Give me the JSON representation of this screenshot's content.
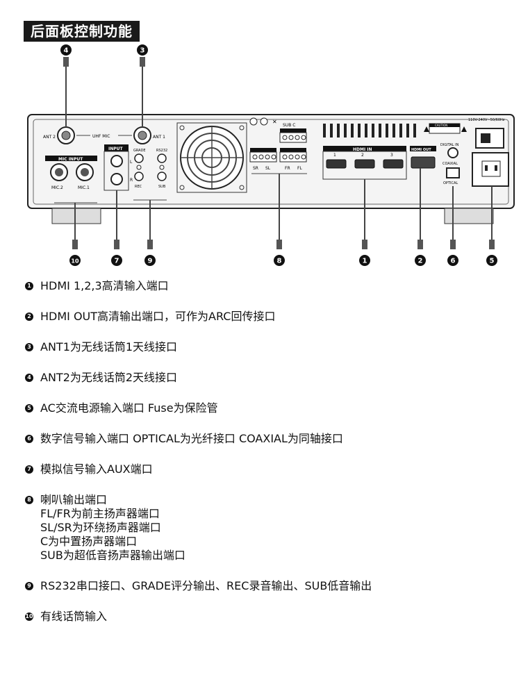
{
  "section_title": "后面板控制功能",
  "panel": {
    "labels": {
      "ant2": "ANT 2",
      "uhf_mic": "UHF MIC",
      "ant1": "ANT 1",
      "mic_input": "MIC INPUT",
      "mic2": "MIC.2",
      "mic1": "MIC.1",
      "input": "INPUT",
      "L": "L",
      "R": "R",
      "grade": "GRADE",
      "rs232": "RS232",
      "rec": "REC",
      "sub": "SUB",
      "sub_c": "SUB   C",
      "sr": "SR",
      "sl": "SL",
      "fr": "FR",
      "fl": "FL",
      "hdmi_in": "HDMI IN",
      "hdmi1": "1",
      "hdmi2": "2",
      "hdmi3": "3",
      "hdmi_out": "HDMI OUT",
      "caution": "CAUTION",
      "digital_in": "DIGITAL IN",
      "coaxial": "COAXIAL",
      "optical": "OPTICAL",
      "voltage": "110V-240V~50/60Hz"
    },
    "callouts": [
      "1",
      "2",
      "3",
      "4",
      "5",
      "6",
      "7",
      "8",
      "9",
      "10"
    ]
  },
  "legend": [
    {
      "num": "1",
      "lines": [
        "HDMI 1,2,3高清输入端口"
      ]
    },
    {
      "num": "2",
      "lines": [
        "HDMI OUT高清输出端口，可作为ARC回传接口"
      ]
    },
    {
      "num": "3",
      "lines": [
        "ANT1为无线话筒1天线接口"
      ]
    },
    {
      "num": "4",
      "lines": [
        "ANT2为无线话筒2天线接口"
      ]
    },
    {
      "num": "5",
      "lines": [
        "AC交流电源输入端口 Fuse为保险管"
      ]
    },
    {
      "num": "6",
      "lines": [
        "数字信号输入端口 OPTICAL为光纤接口 COAXIAL为同轴接口"
      ]
    },
    {
      "num": "7",
      "lines": [
        "模拟信号输入AUX端口"
      ]
    },
    {
      "num": "8",
      "lines": [
        "喇叭输出端口",
        "FL/FR为前主扬声器端口",
        "SL/SR为环绕扬声器端口",
        "C为中置扬声器端口",
        "SUB为超低音扬声器输出端口"
      ]
    },
    {
      "num": "9",
      "lines": [
        "RS232串口接口、GRADE评分输出、REC录音输出、SUB低音输出"
      ]
    },
    {
      "num": "10",
      "lines": [
        "有线话筒输入"
      ]
    }
  ]
}
